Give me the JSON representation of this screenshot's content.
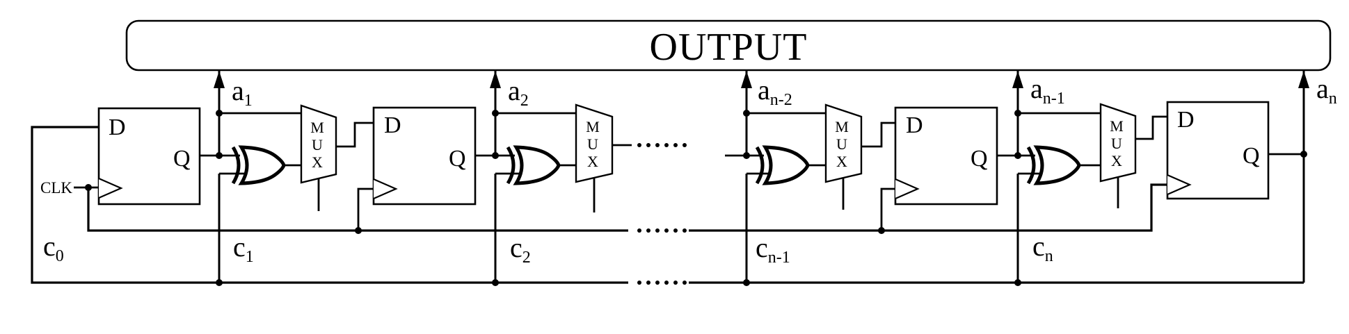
{
  "diagram": {
    "kind": "lfsr-signature-register-circuit",
    "output_bus": {
      "label": "OUTPUT"
    },
    "clock": {
      "label": "CLK"
    },
    "flip_flop": {
      "d_label": "D",
      "q_label": "Q"
    },
    "mux": {
      "letters": [
        "M",
        "U",
        "X"
      ]
    },
    "output_taps": [
      {
        "base": "a",
        "sub": "1"
      },
      {
        "base": "a",
        "sub": "2"
      },
      {
        "base": "a",
        "sub": "n-2"
      },
      {
        "base": "a",
        "sub": "n-1"
      },
      {
        "base": "a",
        "sub": "n"
      }
    ],
    "coefficient_taps": [
      {
        "base": "c",
        "sub": "0"
      },
      {
        "base": "c",
        "sub": "1"
      },
      {
        "base": "c",
        "sub": "2"
      },
      {
        "base": "c",
        "sub": "n-1"
      },
      {
        "base": "c",
        "sub": "n"
      }
    ],
    "colors": {
      "ink": "#000000",
      "background": "#ffffff"
    }
  }
}
